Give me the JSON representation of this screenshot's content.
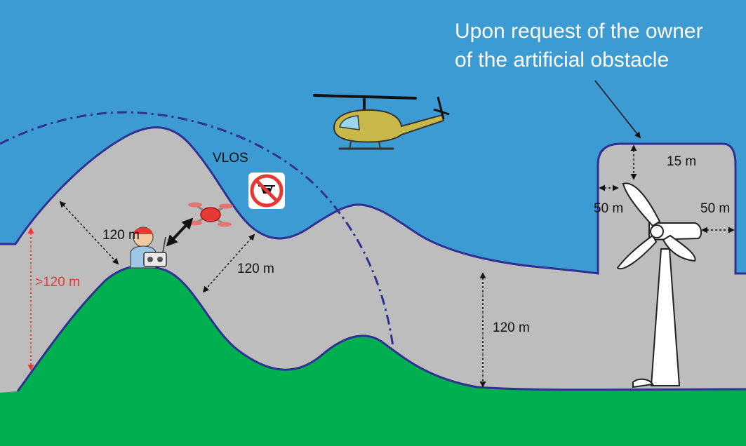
{
  "annotation": {
    "line1": "Upon request of the owner",
    "line2": "of the artificial obstacle"
  },
  "labels": {
    "vlos": "VLOS",
    "limit_left_slope": "120 m",
    "limit_right_slope": "120 m",
    "limit_valley": "120 m",
    "limit_over_hill": ">120 m",
    "obstacle_top": "15 m",
    "obstacle_left": "50 m",
    "obstacle_right": "50 m"
  },
  "colors": {
    "sky": "#3d9bd4",
    "airspace": "#bdbdbd",
    "airspace_border": "#2e3192",
    "ground": "#00b050",
    "helicopter": "#c8b84a",
    "drone": "#e53935",
    "warning": "#e53935",
    "annotation_text": "#ffffff"
  },
  "icons": {
    "helicopter": "helicopter-icon",
    "drone": "drone-icon",
    "pilot": "drone-pilot-icon",
    "no_drone_sign": "no-drone-sign-icon",
    "wind_turbine": "wind-turbine-icon"
  }
}
